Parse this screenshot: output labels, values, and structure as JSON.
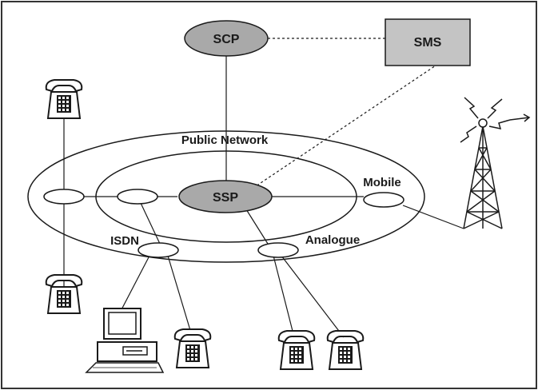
{
  "diagram": {
    "labels": {
      "scp": "SCP",
      "sms": "SMS",
      "ssp": "SSP",
      "public_network": "Public Network",
      "mobile": "Mobile",
      "isdn": "ISDN",
      "analogue": "Analogue"
    },
    "colors": {
      "node_fill": "#a9a9a9",
      "sms_fill": "#c4c4c4",
      "line": "#1a1a1a",
      "background": "#ffffff"
    },
    "icons": [
      "telephone-icon",
      "computer-terminal-icon",
      "radio-mast-icon"
    ]
  }
}
